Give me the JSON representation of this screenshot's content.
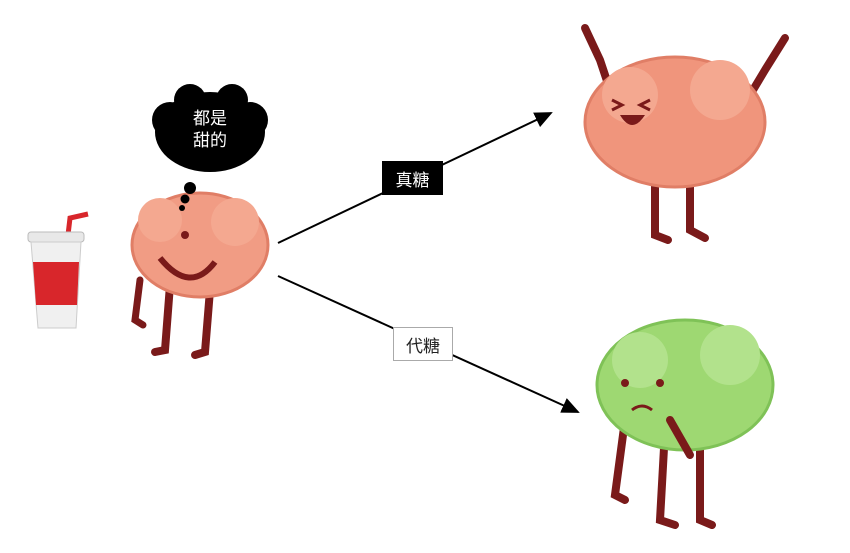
{
  "thought": {
    "line1": "都是",
    "line2": "甜的"
  },
  "labels": {
    "real_sugar": "真糖",
    "substitute_sugar": "代糖"
  },
  "colors": {
    "brain": "#f19c84",
    "happy_brain": "#f0957c",
    "sick_brain": "#9ed872",
    "limbs": "#7a1a1a",
    "cup": "#d8262b"
  }
}
